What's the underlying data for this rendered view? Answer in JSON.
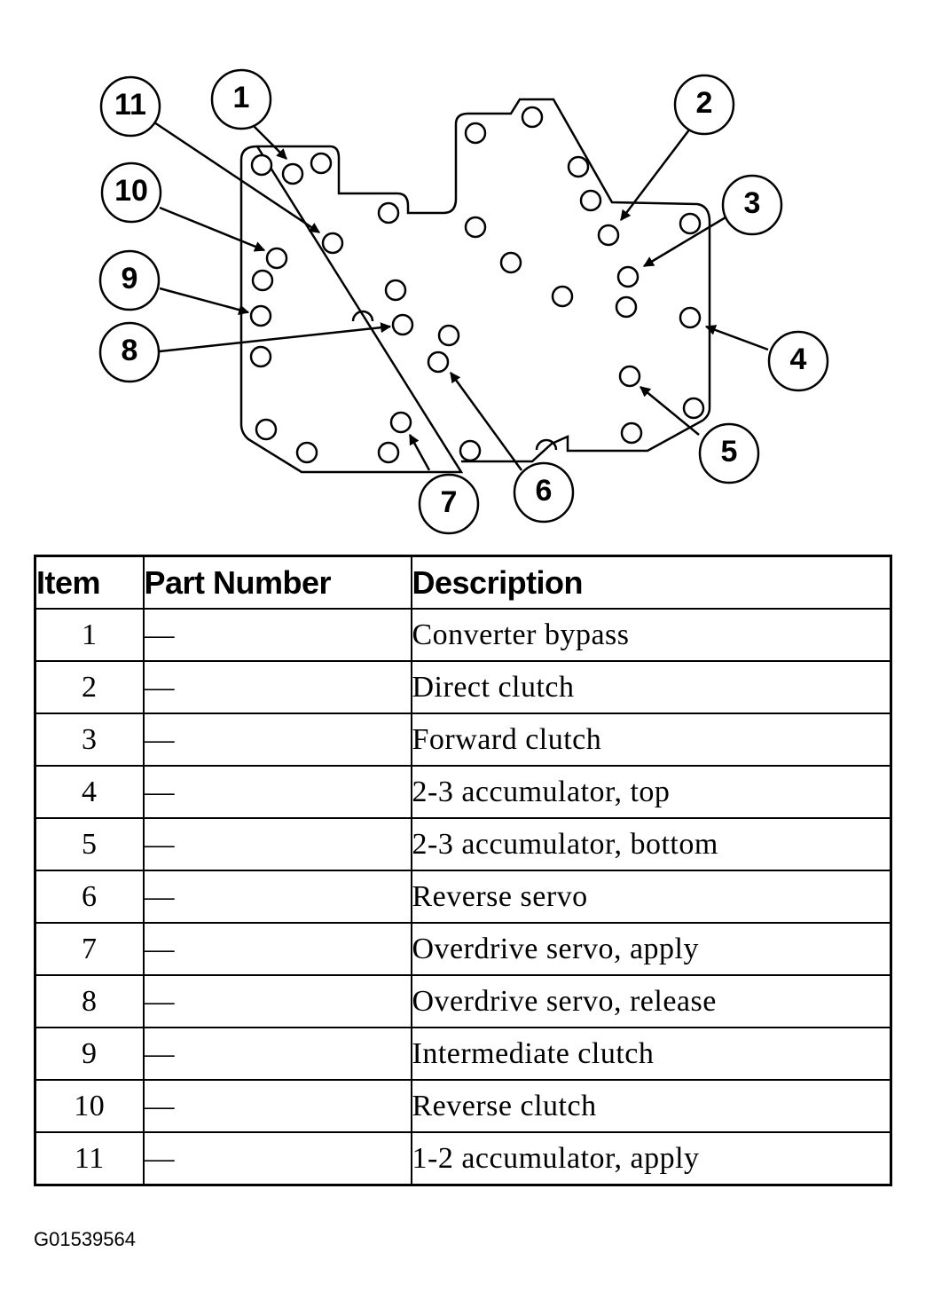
{
  "diagram": {
    "callouts": [
      "1",
      "2",
      "3",
      "4",
      "5",
      "6",
      "7",
      "8",
      "9",
      "10",
      "11"
    ]
  },
  "table": {
    "headers": {
      "item": "Item",
      "part_number": "Part Number",
      "description": "Description"
    },
    "rows": [
      {
        "item": "1",
        "part_number": "—",
        "description": "Converter bypass"
      },
      {
        "item": "2",
        "part_number": "—",
        "description": "Direct clutch"
      },
      {
        "item": "3",
        "part_number": "—",
        "description": "Forward clutch"
      },
      {
        "item": "4",
        "part_number": "—",
        "description": "2-3 accumulator, top"
      },
      {
        "item": "5",
        "part_number": "—",
        "description": "2-3 accumulator, bottom"
      },
      {
        "item": "6",
        "part_number": "—",
        "description": "Reverse servo"
      },
      {
        "item": "7",
        "part_number": "—",
        "description": "Overdrive servo, apply"
      },
      {
        "item": "8",
        "part_number": "—",
        "description": "Overdrive servo, release"
      },
      {
        "item": "9",
        "part_number": "—",
        "description": "Intermediate clutch"
      },
      {
        "item": "10",
        "part_number": "—",
        "description": "Reverse clutch"
      },
      {
        "item": "11",
        "part_number": "—",
        "description": "1-2 accumulator, apply"
      }
    ]
  },
  "figure_code": "G01539564"
}
